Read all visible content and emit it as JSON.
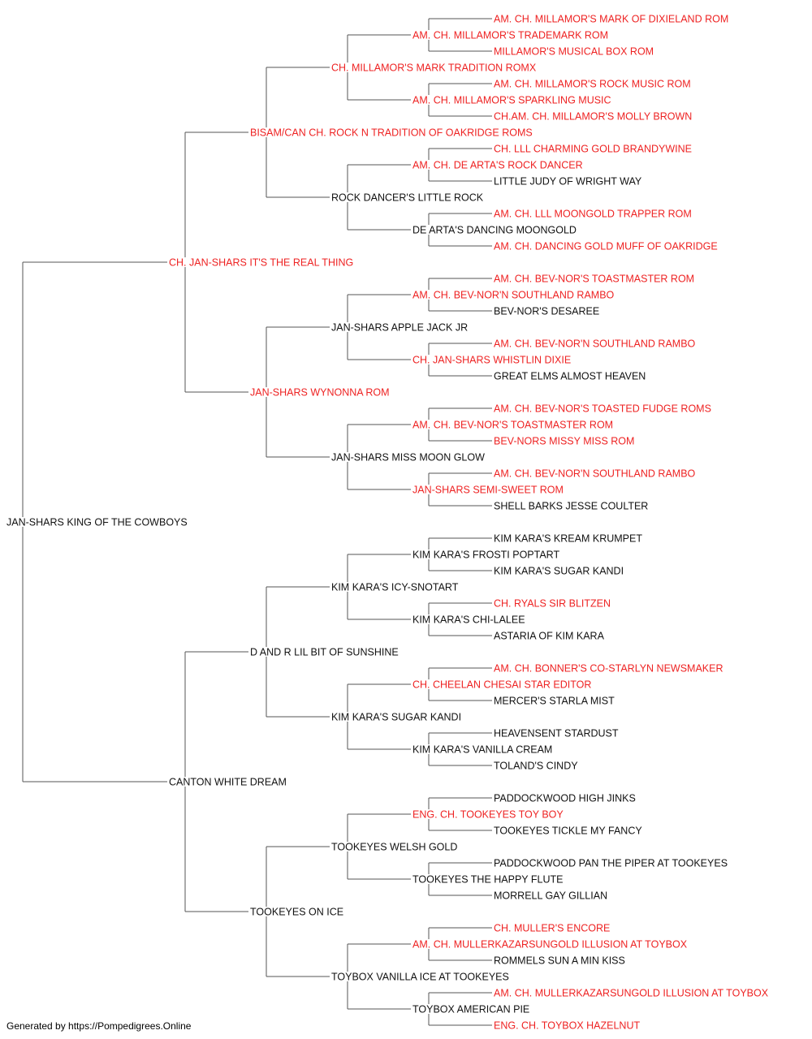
{
  "colors": {
    "champion": "#ee2222",
    "normal": "#111111",
    "line": "#555555"
  },
  "pedigree": {
    "name": "JAN-SHARS KING OF THE COWBOYS",
    "ch": false,
    "sire": {
      "name": "CH. JAN-SHARS IT'S THE REAL THING",
      "ch": true,
      "sire": {
        "name": "BISAM/CAN CH. ROCK N TRADITION OF OAKRIDGE ROMS",
        "ch": true,
        "sire": {
          "name": "CH. MILLAMOR'S MARK TRADITION ROMX",
          "ch": true,
          "sire": {
            "name": "AM. CH. MILLAMOR'S TRADEMARK ROM",
            "ch": true,
            "sire": {
              "name": "AM. CH. MILLAMOR'S MARK OF DIXIELAND ROM",
              "ch": true
            },
            "dam": {
              "name": "MILLAMOR'S MUSICAL BOX ROM",
              "ch": true
            }
          },
          "dam": {
            "name": "AM. CH. MILLAMOR'S SPARKLING MUSIC",
            "ch": true,
            "sire": {
              "name": "AM. CH. MILLAMOR'S ROCK MUSIC ROM",
              "ch": true
            },
            "dam": {
              "name": "CH.AM. CH. MILLAMOR'S MOLLY BROWN",
              "ch": true
            }
          }
        },
        "dam": {
          "name": "ROCK DANCER'S LITTLE ROCK",
          "ch": false,
          "sire": {
            "name": "AM. CH. DE ARTA'S ROCK DANCER",
            "ch": true,
            "sire": {
              "name": "CH. LLL CHARMING GOLD BRANDYWINE",
              "ch": true
            },
            "dam": {
              "name": "LITTLE JUDY OF WRIGHT WAY",
              "ch": false
            }
          },
          "dam": {
            "name": "DE ARTA'S DANCING MOONGOLD",
            "ch": false,
            "sire": {
              "name": "AM. CH. LLL MOONGOLD TRAPPER ROM",
              "ch": true
            },
            "dam": {
              "name": "AM. CH. DANCING GOLD MUFF OF OAKRIDGE",
              "ch": true
            }
          }
        }
      },
      "dam": {
        "name": "JAN-SHARS WYNONNA ROM",
        "ch": true,
        "sire": {
          "name": "JAN-SHARS APPLE JACK JR",
          "ch": false,
          "sire": {
            "name": "AM. CH. BEV-NOR'N SOUTHLAND RAMBO",
            "ch": true,
            "sire": {
              "name": "AM. CH. BEV-NOR'S TOASTMASTER ROM",
              "ch": true
            },
            "dam": {
              "name": "BEV-NOR'S DESAREE",
              "ch": false
            }
          },
          "dam": {
            "name": "CH. JAN-SHARS WHISTLIN DIXIE",
            "ch": true,
            "sire": {
              "name": "AM. CH. BEV-NOR'N SOUTHLAND RAMBO",
              "ch": true
            },
            "dam": {
              "name": "GREAT ELMS ALMOST HEAVEN",
              "ch": false
            }
          }
        },
        "dam": {
          "name": "JAN-SHARS MISS MOON GLOW",
          "ch": false,
          "sire": {
            "name": "AM. CH. BEV-NOR'S TOASTMASTER ROM",
            "ch": true,
            "sire": {
              "name": "AM. CH. BEV-NOR'S TOASTED FUDGE ROMS",
              "ch": true
            },
            "dam": {
              "name": "BEV-NORS MISSY MISS ROM",
              "ch": true
            }
          },
          "dam": {
            "name": "JAN-SHARS SEMI-SWEET ROM",
            "ch": true,
            "sire": {
              "name": "AM. CH. BEV-NOR'N SOUTHLAND RAMBO",
              "ch": true
            },
            "dam": {
              "name": "SHELL BARKS JESSE COULTER",
              "ch": false
            }
          }
        }
      }
    },
    "dam": {
      "name": "CANTON WHITE DREAM",
      "ch": false,
      "sire": {
        "name": "D AND R LIL BIT OF SUNSHINE",
        "ch": false,
        "sire": {
          "name": "KIM KARA'S ICY-SNOTART",
          "ch": false,
          "sire": {
            "name": "KIM KARA'S FROSTI POPTART",
            "ch": false,
            "sire": {
              "name": "KIM KARA'S KREAM KRUMPET",
              "ch": false
            },
            "dam": {
              "name": "KIM KARA'S SUGAR KANDI",
              "ch": false
            }
          },
          "dam": {
            "name": "KIM KARA'S CHI-LALEE",
            "ch": false,
            "sire": {
              "name": "CH. RYALS SIR BLITZEN",
              "ch": true
            },
            "dam": {
              "name": "ASTARIA OF KIM KARA",
              "ch": false
            }
          }
        },
        "dam": {
          "name": "KIM KARA'S SUGAR KANDI",
          "ch": false,
          "sire": {
            "name": "CH. CHEELAN CHESAI STAR EDITOR",
            "ch": true,
            "sire": {
              "name": "AM. CH. BONNER'S CO-STARLYN NEWSMAKER",
              "ch": true
            },
            "dam": {
              "name": "MERCER'S STARLA MIST",
              "ch": false
            }
          },
          "dam": {
            "name": "KIM KARA'S VANILLA CREAM",
            "ch": false,
            "sire": {
              "name": "HEAVENSENT STARDUST",
              "ch": false
            },
            "dam": {
              "name": "TOLAND'S CINDY",
              "ch": false
            }
          }
        }
      },
      "dam": {
        "name": "TOOKEYES ON ICE",
        "ch": false,
        "sire": {
          "name": "TOOKEYES WELSH GOLD",
          "ch": false,
          "sire": {
            "name": "ENG. CH. TOOKEYES TOY BOY",
            "ch": true,
            "sire": {
              "name": "PADDOCKWOOD HIGH JINKS",
              "ch": false
            },
            "dam": {
              "name": "TOOKEYES TICKLE MY FANCY",
              "ch": false
            }
          },
          "dam": {
            "name": "TOOKEYES THE HAPPY FLUTE",
            "ch": false,
            "sire": {
              "name": "PADDOCKWOOD PAN THE PIPER AT TOOKEYES",
              "ch": false
            },
            "dam": {
              "name": "MORRELL GAY GILLIAN",
              "ch": false
            }
          }
        },
        "dam": {
          "name": "TOYBOX VANILLA ICE AT TOOKEYES",
          "ch": false,
          "sire": {
            "name": "AM. CH. MULLERKAZARSUNGOLD ILLUSION AT TOYBOX",
            "ch": true,
            "sire": {
              "name": "CH. MULLER'S ENCORE",
              "ch": true
            },
            "dam": {
              "name": "ROMMELS SUN A MIN KISS",
              "ch": false
            }
          },
          "dam": {
            "name": "TOYBOX AMERICAN PIE",
            "ch": false,
            "sire": {
              "name": "AM. CH. MULLERKAZARSUNGOLD ILLUSION AT TOYBOX",
              "ch": true
            },
            "dam": {
              "name": "ENG. CH. TOYBOX HAZELNUT",
              "ch": true
            }
          }
        }
      }
    }
  },
  "footer": {
    "text": "Generated by https://Pompedigrees.Online"
  }
}
